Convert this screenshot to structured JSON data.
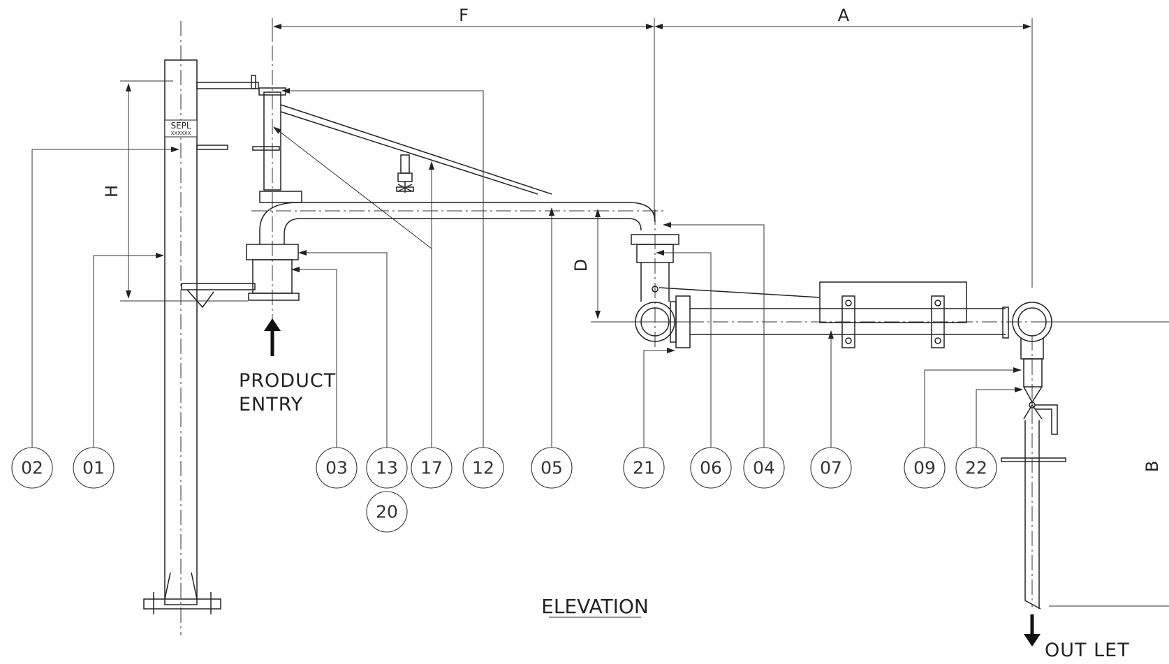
{
  "drawing": {
    "title": "ELEVATION",
    "nameplate": {
      "line1": "SEPL",
      "line2": "XXXXXX"
    },
    "notes": {
      "entry_line1": "PRODUCT",
      "entry_line2": "ENTRY",
      "outlet": "OUT LET"
    },
    "dimensions": {
      "F": "F",
      "A": "A",
      "H": "H",
      "D": "D",
      "B": "B"
    },
    "balloons": [
      "02",
      "01",
      "03",
      "13",
      "20",
      "17",
      "12",
      "05",
      "21",
      "06",
      "04",
      "07",
      "09",
      "22"
    ]
  }
}
